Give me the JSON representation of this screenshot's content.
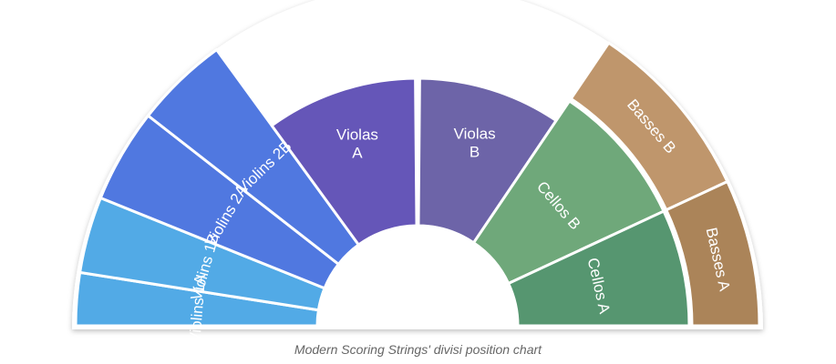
{
  "caption": "Modern Scoring Strings' divisi position chart",
  "colors": {
    "background": "#ffffff",
    "segment_border": "#ffffff"
  },
  "sections": [
    {
      "id": "violins-1a",
      "lines": [
        "Violins 1A"
      ],
      "color": "#52aae6",
      "ring": "full",
      "start": 180,
      "end": 171
    },
    {
      "id": "violins-1b",
      "lines": [
        "Violins 1B"
      ],
      "color": "#52aae6",
      "ring": "full",
      "start": 171,
      "end": 158
    },
    {
      "id": "violins-2a",
      "lines": [
        "Violins 2A"
      ],
      "color": "#5078e0",
      "ring": "full",
      "start": 158,
      "end": 142
    },
    {
      "id": "violins-2b",
      "lines": [
        "Violins 2B"
      ],
      "color": "#5078e0",
      "ring": "full",
      "start": 142,
      "end": 126
    },
    {
      "id": "violas-a",
      "lines": [
        "Violas",
        "A"
      ],
      "color": "#6556b8",
      "ring": "short",
      "start": 126,
      "end": 90.5
    },
    {
      "id": "violas-b",
      "lines": [
        "Violas",
        "B"
      ],
      "color": "#6d64a8",
      "ring": "short",
      "start": 89.5,
      "end": 56
    },
    {
      "id": "cellos-b",
      "lines": [
        "Cellos B"
      ],
      "color": "#6fa87a",
      "ring": "inner",
      "start": 56,
      "end": 25
    },
    {
      "id": "cellos-a",
      "lines": [
        "Cellos A"
      ],
      "color": "#569670",
      "ring": "inner",
      "start": 25,
      "end": 0
    },
    {
      "id": "basses-b",
      "lines": [
        "Basses B"
      ],
      "color": "#bf966c",
      "ring": "outer",
      "start": 56,
      "end": 25
    },
    {
      "id": "basses-a",
      "lines": [
        "Basses A"
      ],
      "color": "#ab8459",
      "ring": "outer",
      "start": 25,
      "end": 0
    }
  ]
}
